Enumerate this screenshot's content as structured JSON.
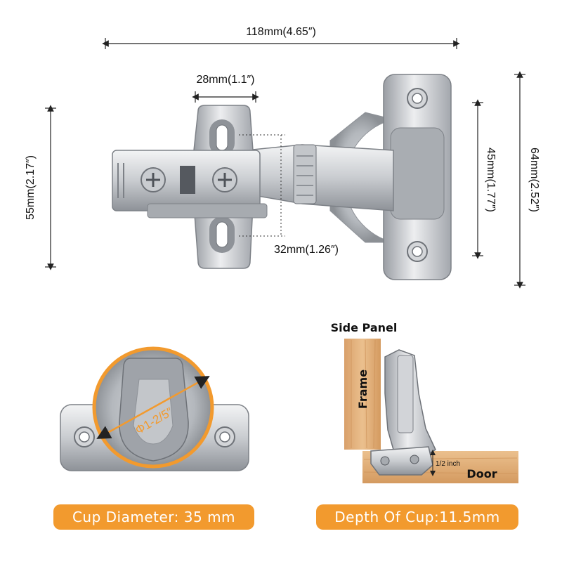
{
  "colors": {
    "accent": "#F29A2E",
    "metal_light": "#E6E7E9",
    "metal_mid": "#B9BCC0",
    "metal_dark": "#7D8187",
    "wood": "#E3B07C",
    "wood_dark": "#C98C52"
  },
  "dimensions": {
    "overall_length": "118mm(4.65″)",
    "plate_width": "28mm(1.1″)",
    "mount_height": "55mm(2.17″)",
    "hole_spacing": "32mm(1.26″)",
    "arm_height": "45mm(1.77″)",
    "cup_plate_height": "64mm(2.52″)"
  },
  "cup_detail": {
    "diameter_marker": "Φ1-2/5″",
    "badge": "Cup Diameter: 35 mm"
  },
  "install_diagram": {
    "side_panel_label": "Side Panel",
    "frame_label": "Frame",
    "door_label": "Door",
    "overlay_label": "1/2 inch",
    "badge": "Depth Of Cup:11.5mm"
  }
}
